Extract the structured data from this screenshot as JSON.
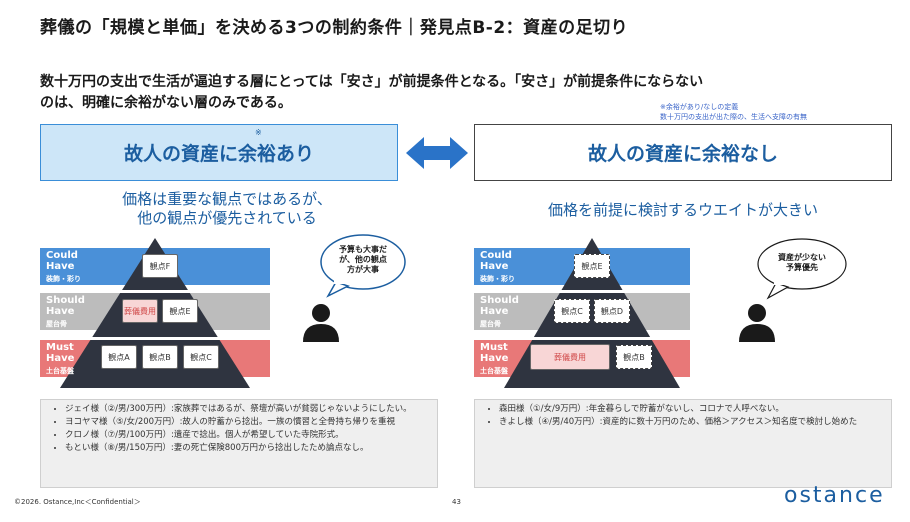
{
  "title": "葬儀の「規模と単価」を決める3つの制約条件｜発見点B-2：資産の足切り",
  "lead": {
    "line1": "数十万円の支出で生活が逼迫する層にとっては「安さ」が前提条件となる。「安さ」が前提条件にならない",
    "line2": "のは、明確に余裕がない層のみである。"
  },
  "definition_note": {
    "line1": "※余裕があり/なしの定義",
    "line2": "数十万円の支出が出た際の、生活へ支障の有無"
  },
  "left": {
    "header": "故人の資産に余裕あり",
    "header_mark": "※",
    "subtitle_line1": "価格は重要な観点ではあるが、",
    "subtitle_line2": "他の観点が優先されている",
    "bubble_line1": "予算も大事だ",
    "bubble_line2": "が、他の観点",
    "bubble_line3": "方が大事",
    "bands": {
      "could_line1": "Could",
      "could_line2": "Have",
      "could_sub": "装飾・彩り",
      "should_line1": "Should",
      "should_line2": "Have",
      "should_sub": "屋台骨",
      "must_line1": "Must",
      "must_line2": "Have",
      "must_sub": "土台基盤"
    },
    "boxes": {
      "f": "観点F",
      "funeral": "葬儀費用",
      "e": "観点E",
      "a": "観点A",
      "b": "観点B",
      "c": "観点C"
    },
    "cases": [
      "ジェイ様（②/男/300万円）:家族葬ではあるが、祭壇が高いが貧弱じゃないようにしたい。",
      "ヨコヤマ様（⑤/女/200万円）:故人の貯蓄から捻出。一族の慣習と全骨持ち帰りを重視",
      "クロノ様（⑦/男/100万円）:遺産で捻出。個人が希望していた寺院形式。",
      "もとい様（⑧/男/150万円）:妻の死亡保険800万円から捻出したため論点なし。"
    ]
  },
  "right": {
    "header": "故人の資産に余裕なし",
    "subtitle": "価格を前提に検討するウエイトが大きい",
    "bubble_line1": "資産が少ない",
    "bubble_line2": "予算優先",
    "bands": {
      "could_line1": "Could",
      "could_line2": "Have",
      "could_sub": "装飾・彩り",
      "should_line1": "Should",
      "should_line2": "Have",
      "should_sub": "屋台骨",
      "must_line1": "Must",
      "must_line2": "Have",
      "must_sub": "土台基盤"
    },
    "boxes": {
      "e": "観点E",
      "c": "観点C",
      "d": "観点D",
      "funeral": "葬儀費用",
      "b": "観点B"
    },
    "cases": [
      "森田様（①/女/9万円）:年金暮らしで貯蓄がないし、コロナで人呼べない。",
      "きよし様（④/男/40万円）:資産的に数十万円のため、価格＞アクセス＞知名度で検討し始めた"
    ]
  },
  "footer": "©2026. Ostance,Inc＜Confidential＞",
  "page_number": "43",
  "logo": "ostance",
  "colors": {
    "accent_blue": "#1c5ea0",
    "band_blue": "#4a90d8",
    "band_gray": "#b8b8b8",
    "band_pink": "#e87878",
    "pyramid": "#2f3440"
  }
}
